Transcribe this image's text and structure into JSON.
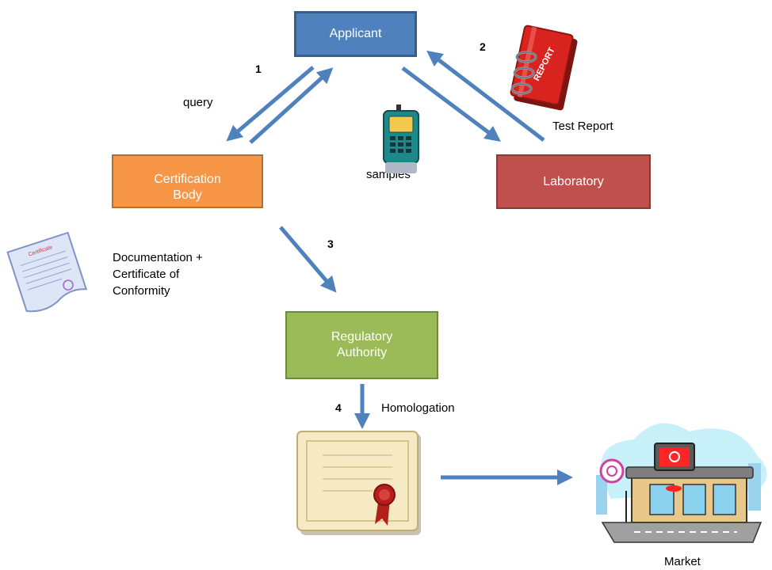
{
  "nodes": {
    "applicant": "Applicant",
    "certification_body": "Certification Body",
    "laboratory": "Laboratory",
    "regulatory_authority": "Regulatory Authority"
  },
  "steps": {
    "s1": "1",
    "s2": "2",
    "s3": "3",
    "s4": "4"
  },
  "labels": {
    "query": "query",
    "test_report": "Test Report",
    "samples": "samples",
    "documentation_line1": "Documentation +",
    "documentation_line2": "Certificate of",
    "documentation_line3": "Conformity",
    "homologation": "Homologation",
    "market": "Market",
    "report_book_text": "REPORT",
    "document_heading": "Certificate"
  },
  "colors": {
    "applicant_fill": "#4f81bd",
    "applicant_border": "#385d8a",
    "certification_fill": "#f79646",
    "laboratory_fill": "#c0504d",
    "regulatory_fill": "#9bbb59",
    "arrow": "#4f81bd"
  }
}
